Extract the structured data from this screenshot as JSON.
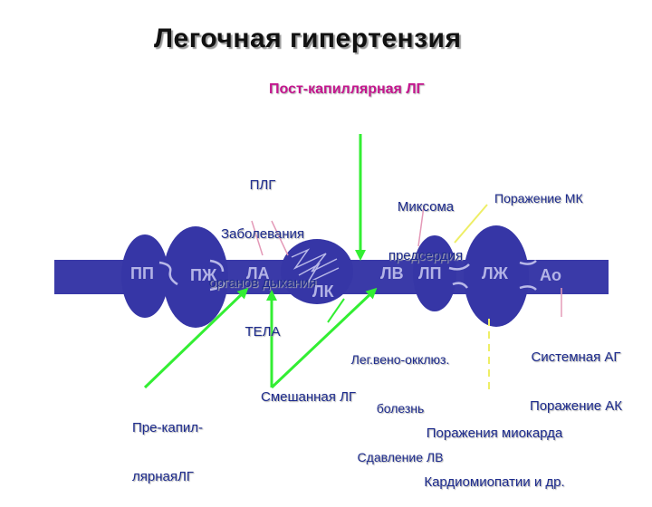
{
  "title": "Легочная гипертензия",
  "labels": {
    "post_capillary": "Пост-капиллярная ЛГ",
    "plg_causes": [
      "ПЛГ",
      "Заболевания",
      "органов дыхания",
      "ТЕЛА"
    ],
    "myxoma": [
      "Миксома",
      "предсердия"
    ],
    "mitral": "Поражение МК",
    "veno_occlusive": [
      "Лег.вено-окклюз.",
      "болезнь",
      "Сдавление ЛВ"
    ],
    "systemic": [
      "Системная АГ",
      "Поражение АК"
    ],
    "pre_capillary": [
      "Пре-капил-",
      "лярнаяЛГ"
    ],
    "mixed": "Смешанная ЛГ",
    "myocardium": [
      "Поражения миокарда",
      "Кардиомиопатии и др."
    ]
  },
  "chambers": {
    "ra": "ПП",
    "rv": "ПЖ",
    "la_pa": "ЛА",
    "lk": "ЛК",
    "pv": "ЛВ",
    "la": "ЛП",
    "lv": "ЛЖ",
    "ao": "Ао"
  },
  "colors": {
    "bar": "#3a3aa8",
    "chamber": "#3636a6",
    "arrow_green": "#33ee33",
    "dashed_yellow": "#eeee66",
    "text_magenta": "#c4168e",
    "text_blue": "#1e2c8e"
  }
}
